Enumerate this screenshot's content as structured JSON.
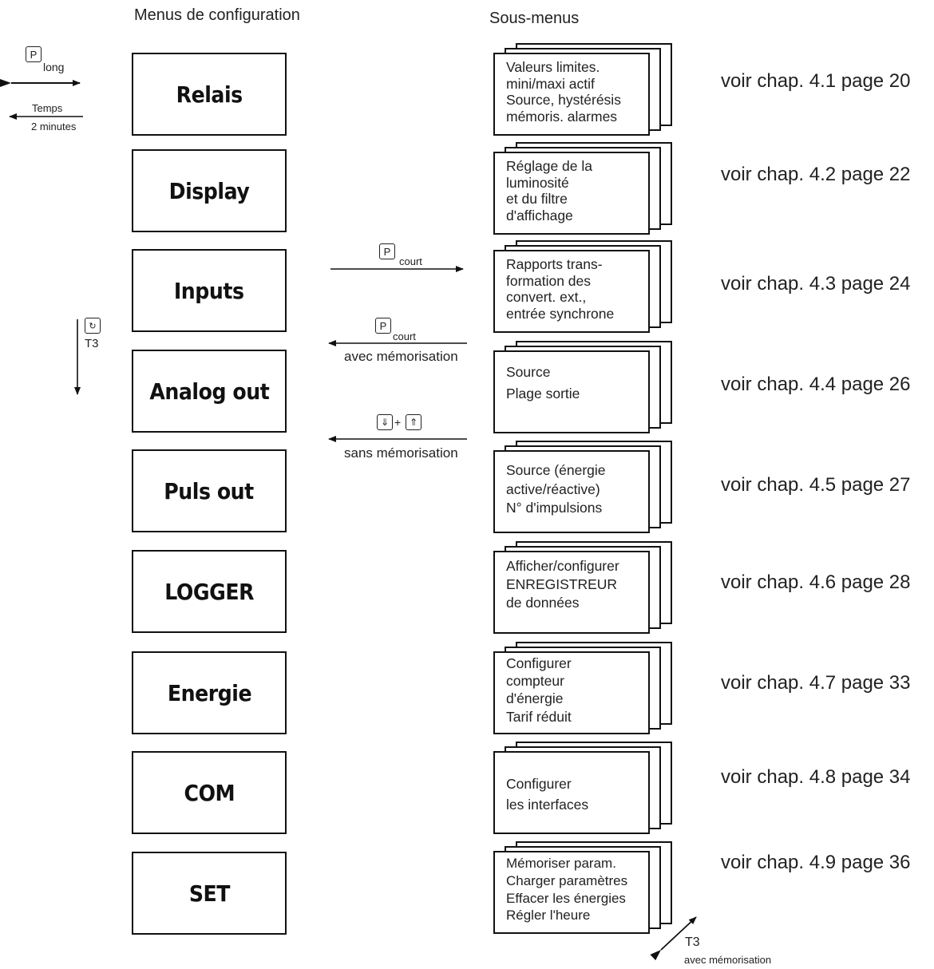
{
  "headers": {
    "left": "Menus de configuration",
    "right": "Sous-menus"
  },
  "menus": [
    {
      "label": "Relais",
      "submenu": [
        "Valeurs limites.",
        "mini/maxi actif",
        "Source, hystérésis",
        "mémoris. alarmes"
      ],
      "ref": "voir chap. 4.1 page 20"
    },
    {
      "label": "Display",
      "submenu": [
        "Réglage de la",
        "luminosité",
        "et du filtre",
        "d'affichage"
      ],
      "ref": "voir chap. 4.2 page 22"
    },
    {
      "label": "Inputs",
      "submenu": [
        "Rapports trans-",
        "formation des",
        "convert. ext.,",
        "entrée synchrone"
      ],
      "ref": "voir chap. 4.3 page 24"
    },
    {
      "label": "Analog out",
      "submenu": [
        "Source",
        "Plage sortie"
      ],
      "ref": "voir chap. 4.4 page 26"
    },
    {
      "label": "Puls out",
      "submenu": [
        "Source (énergie",
        "active/réactive)",
        "N° d'impulsions"
      ],
      "ref": "voir chap. 4.5 page 27"
    },
    {
      "label": "LOGGER",
      "submenu": [
        "Afficher/configurer",
        "ENREGISTREUR",
        "de données"
      ],
      "ref": "voir chap. 4.6 page 28"
    },
    {
      "label": "Energie",
      "submenu": [
        "Configurer",
        "compteur",
        "d'énergie",
        "Tarif réduit"
      ],
      "ref": "voir chap. 4.7 page 33"
    },
    {
      "label": "COM",
      "submenu": [
        "Configurer",
        "les interfaces"
      ],
      "ref": "voir chap. 4.8 page 34"
    },
    {
      "label": "SET",
      "submenu": [
        "Mémoriser param.",
        "Charger paramètres",
        "Effacer les énergies",
        "Régler l'heure"
      ],
      "ref": "voir chap. 4.9 page 36"
    }
  ],
  "annotations": {
    "key_p": "P",
    "long": "long",
    "temps": "Temps",
    "two_minutes": "2 minutes",
    "t3_left": "T3",
    "court_1": "court",
    "court_2": "court",
    "avec_memorisation": "avec mémorisation",
    "plus": "+",
    "sans_memorisation": "sans mémorisation",
    "t3_bottom": "T3",
    "avec_memorisation_small": "avec mémorisation"
  },
  "icons": {
    "p_key": "p-key-icon",
    "rotate_key": "rotate-key-icon",
    "down_key": "down-key-icon",
    "up_key": "up-key-icon"
  }
}
